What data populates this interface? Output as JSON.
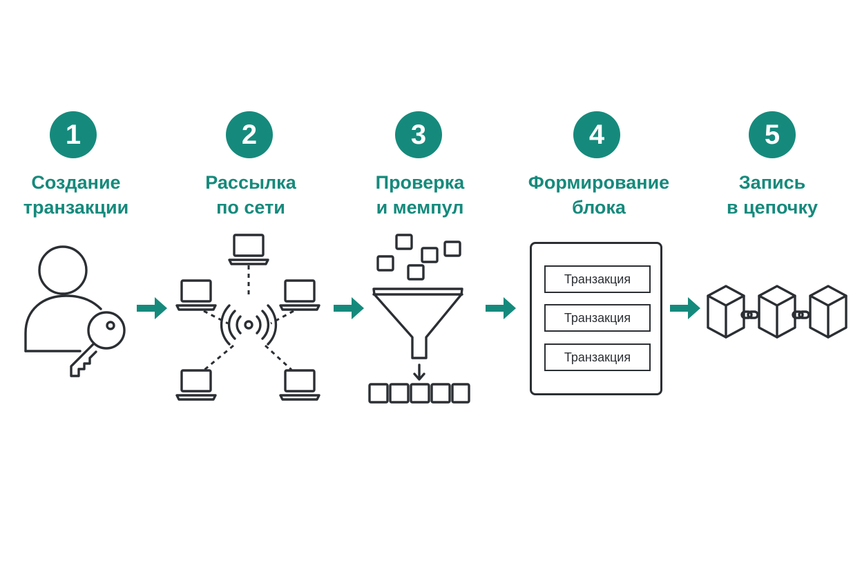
{
  "steps": [
    {
      "number": "1",
      "title": [
        "Создание",
        "транзакции"
      ],
      "icon": "user-with-key-icon"
    },
    {
      "number": "2",
      "title": [
        "Рассылка",
        "по сети"
      ],
      "icon": "network-broadcast-icon"
    },
    {
      "number": "3",
      "title": [
        "Проверка",
        "и мемпул"
      ],
      "icon": "funnel-mempool-icon"
    },
    {
      "number": "4",
      "title": [
        "Формирование",
        "блока"
      ],
      "icon": "block-icon",
      "block_items": [
        "Транзакция",
        "Транзакция",
        "Транзакция"
      ]
    },
    {
      "number": "5",
      "title": [
        "Запись",
        "в цепочку"
      ],
      "icon": "chain-of-blocks-icon"
    }
  ],
  "colors": {
    "accent": "#158a7c",
    "ink": "#2b2f33"
  }
}
